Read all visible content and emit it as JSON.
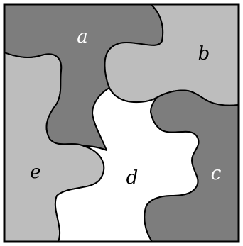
{
  "colors": {
    "dark": "#7d7d7d",
    "light": "#bdbdbd",
    "white": "#ffffff",
    "outline": "#000000"
  },
  "pieces": [
    {
      "id": "a",
      "label": "a",
      "fill": "#7d7d7d",
      "label_color": "#ffffff"
    },
    {
      "id": "b",
      "label": "b",
      "fill": "#bdbdbd",
      "label_color": "#000000"
    },
    {
      "id": "c",
      "label": "c",
      "fill": "#7d7d7d",
      "label_color": "#ffffff"
    },
    {
      "id": "d",
      "label": "d",
      "fill": "#ffffff",
      "label_color": "#000000"
    },
    {
      "id": "e",
      "label": "e",
      "fill": "#bdbdbd",
      "label_color": "#000000"
    }
  ]
}
